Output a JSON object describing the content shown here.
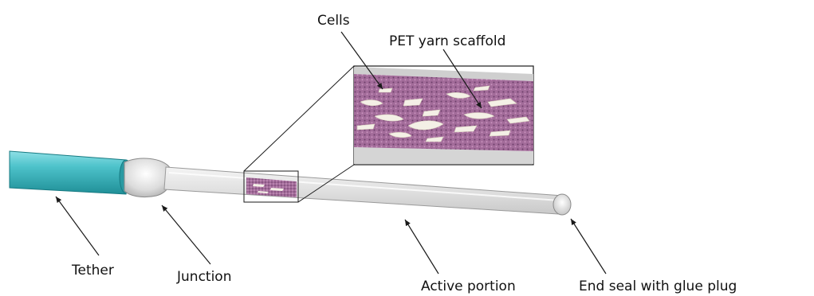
{
  "labels": {
    "cells": "Cells",
    "scaffold": "PET yarn scaffold",
    "tether": "Tether",
    "junction": "Junction",
    "active_portion": "Active portion",
    "end_seal": "End seal with glue plug"
  },
  "colors": {
    "tether": "#3fb8c0",
    "tube": "#e2e2e2",
    "cells": "#a36c9a",
    "scaffold_fibers": "#f4f0e6",
    "line": "#1a1a1a"
  }
}
